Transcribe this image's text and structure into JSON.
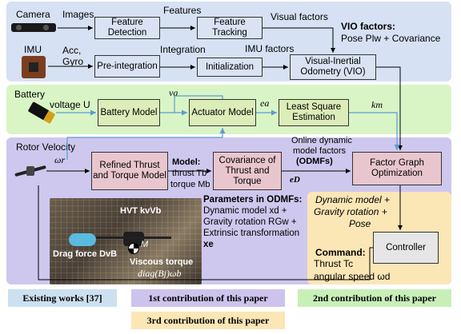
{
  "sensors": {
    "camera_label": "Camera",
    "images_label": "Images",
    "imu_label": "IMU",
    "acc_gyro_label": "Acc, Gyro",
    "battery_label": "Battery",
    "voltage_label": "voltage U",
    "rotor_label": "Rotor Velocity",
    "omega_r": "ωr"
  },
  "blocks": {
    "feature_detection": "Feature Detection",
    "feature_tracking": "Feature Tracking",
    "preintegration": "Pre-integration",
    "initialization": "Initialization",
    "vio": "Visual-Inertial Odometry (VIO)",
    "battery_model": "Battery Model",
    "actuator_model": "Actuator Model",
    "least_square": "Least Square Estimation",
    "refined_thrust": "Refined Thrust and Torque Model",
    "covariance": "Covariance of Thrust and Torque",
    "factor_graph": "Factor Graph Optimization",
    "controller": "Controller"
  },
  "edge_labels": {
    "features": "Features",
    "visual_factors": "Visual factors",
    "integration": "Integration",
    "imu_factors": "IMU factors",
    "v_a": "va",
    "e_a": "ea",
    "k_m": "km",
    "e_d": "eD",
    "model_title": "Model:",
    "thrust": "thrust Tb",
    "torque": "torque Mb",
    "online_line1": "Online dynamic",
    "online_line2": "model factors",
    "odmfs": "(ODMFs)"
  },
  "vio_factors": {
    "title": "VIO factors:",
    "text": "Pose Plw + Covariance"
  },
  "parameters": {
    "title": "Parameters in ODMFs:",
    "line1": "Dynamic model xd +",
    "line2": "Gravity rotation RGw +",
    "line3": "Extrinsic transformation",
    "line4": "xe"
  },
  "factor_inputs": {
    "line1": "Dynamic model +",
    "line2": "Gravity rotation +",
    "line3": "Pose"
  },
  "command": {
    "title": "Command:",
    "thrust": "Thrust Tc",
    "angular": "angular speed ωd"
  },
  "photo_annotations": {
    "hvt": "HVT kvVb",
    "mass": "M",
    "drag": "Drag force DvB",
    "viscous": "Viscous torque",
    "viscous_formula": "diag(Bj)ωb"
  },
  "legend": {
    "existing": "Existing works [37]",
    "first": "1st contribution of this paper",
    "second": "2nd contribution of this paper",
    "third": "3rd contribution of this paper"
  },
  "colors": {
    "blue_panel": "#d6e1f3",
    "green_panel": "#d9f5c6",
    "purple_panel": "#cec8ee",
    "yellow_panel": "#fbe6b6",
    "legend_blue": "#cde0f1",
    "legend_purple": "#cdc3ec",
    "legend_green": "#c9efb9",
    "legend_yellow": "#fbe6b6",
    "arrow_blue": "#5b9bd5"
  }
}
